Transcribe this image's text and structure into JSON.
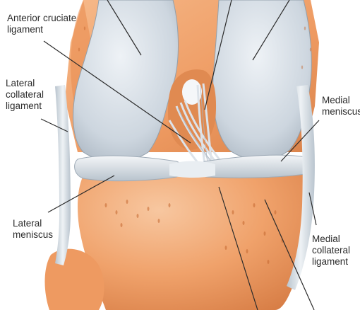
{
  "labels": {
    "anterior_cruciate_ligament": [
      "Anterior cruciate",
      "ligament"
    ],
    "lateral_collateral_ligament": [
      "Lateral",
      "collateral",
      "ligament"
    ],
    "medial_meniscus": [
      "Medial",
      "meniscus"
    ],
    "lateral_meniscus": [
      "Lateral",
      "meniscus"
    ],
    "medial_collateral_ligament": [
      "Medial",
      "collateral",
      "ligament"
    ]
  },
  "colors": {
    "bone_orange": "#f0a26b",
    "bone_orange_dark": "#d9824a",
    "cartilage_blue": "#cfd8e0",
    "cartilage_shadow": "#9eaab6",
    "ligament": "#e4e9ee",
    "leader_line": "#2b2b2b",
    "text": "#2b2b2b"
  }
}
